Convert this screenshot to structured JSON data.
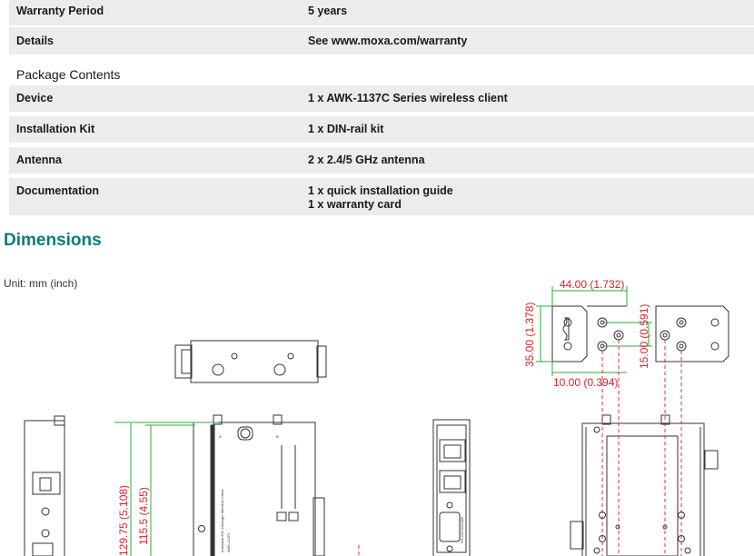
{
  "warranty_rows": [
    {
      "label": "Warranty Period",
      "value": "5 years"
    },
    {
      "label": "Details",
      "value": "See www.moxa.com/warranty"
    }
  ],
  "package_title": "Package Contents",
  "package_rows": [
    {
      "label": "Device",
      "value": "1 x AWK-1137C Series wireless client"
    },
    {
      "label": "Installation Kit",
      "value": "1 x DIN-rail kit"
    },
    {
      "label": "Antenna",
      "value": "2 x 2.4/5 GHz antenna"
    },
    {
      "label": "Documentation",
      "value": "1 x quick installation guide",
      "value2": "1 x warranty card"
    }
  ],
  "dimensions": {
    "heading": "Dimensions",
    "unit": "Unit: mm (inch)",
    "labels": {
      "width_44": "44.00 (1.732)",
      "height_35": "35.00 (1.378)",
      "height_15": "15.00 (0.591)",
      "offset_10": "10.00 (0.394)",
      "height_115_5": "115.5 (4.55)",
      "height_129_75": "129.75 (5.108)"
    },
    "device_text": {
      "model_line": "Industrial 802.11a/b/g/n Wireless Client",
      "model": "AWK-1137C",
      "port_a": "A",
      "port_b": "B",
      "serial_label": "RS-232/422/485"
    }
  }
}
